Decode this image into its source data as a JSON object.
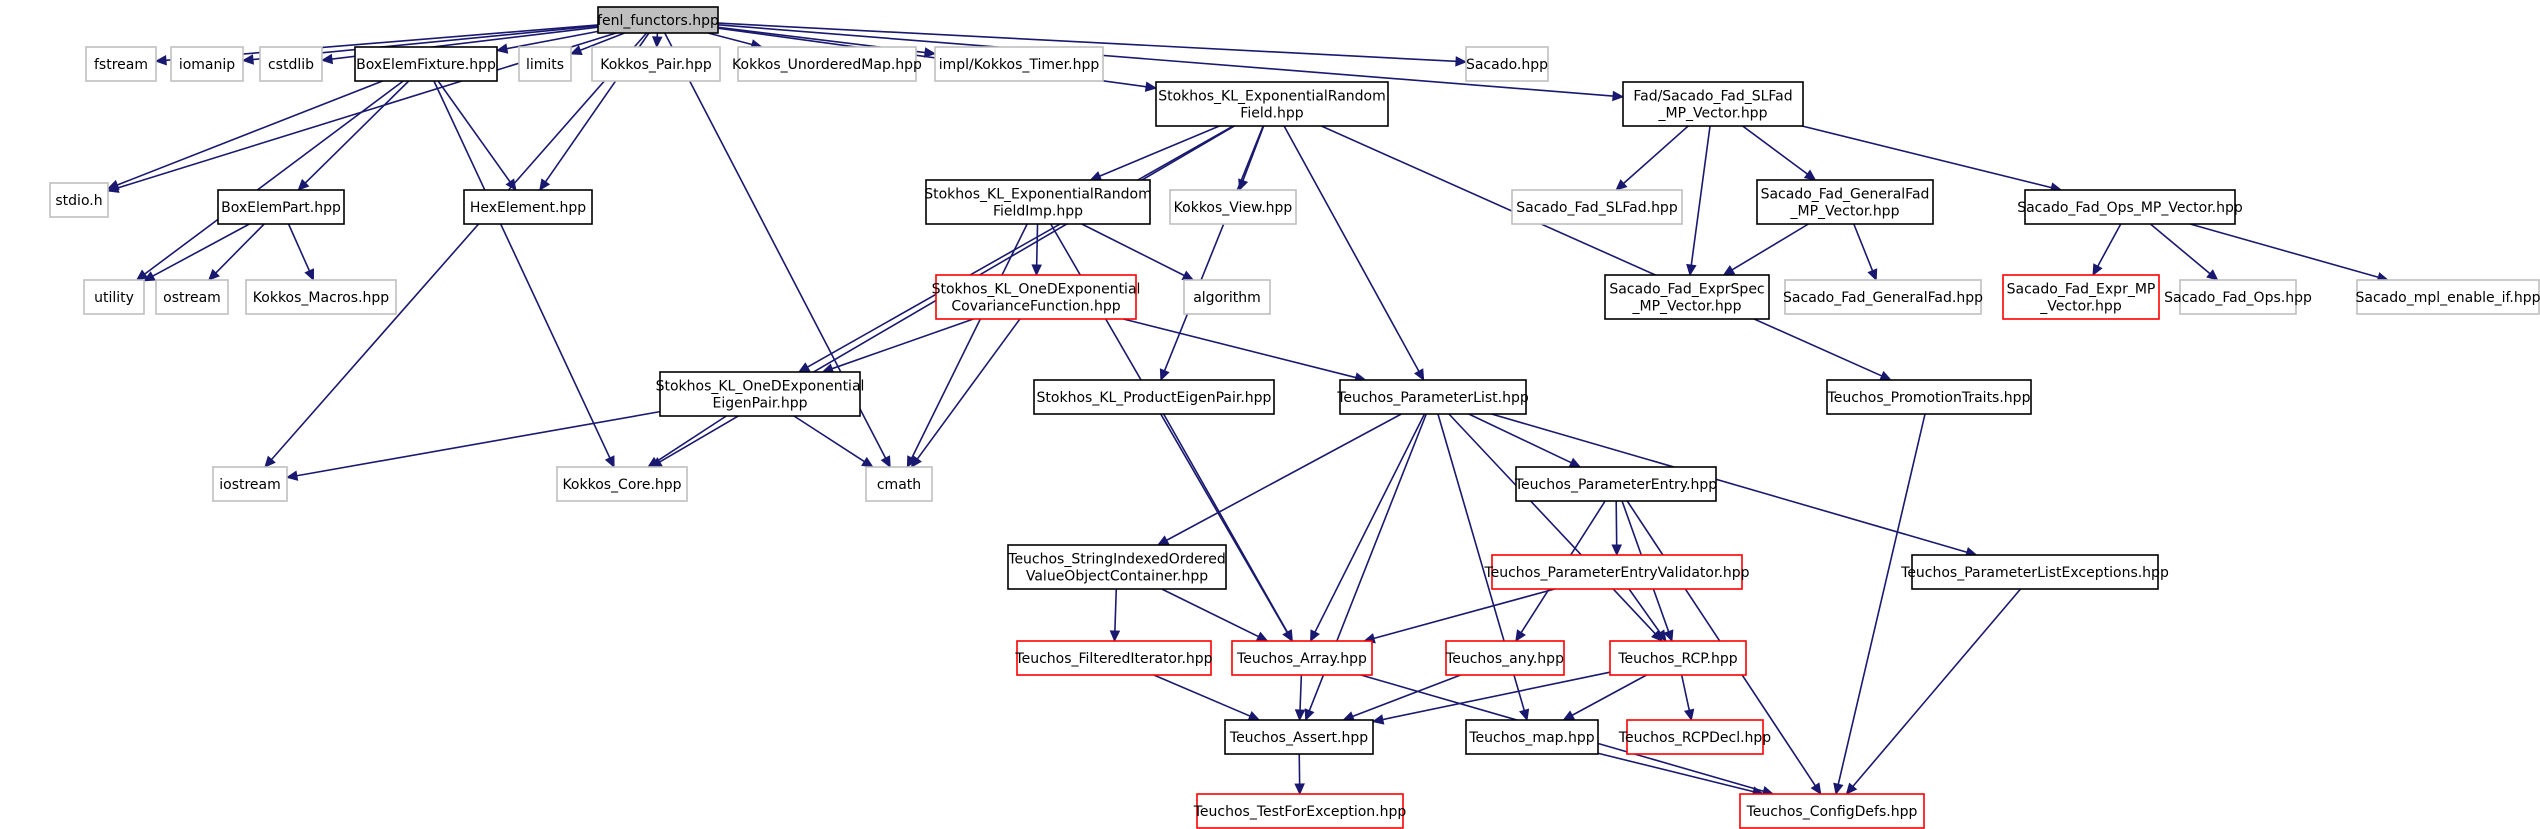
{
  "diagram": {
    "kind": "include-dependency-graph",
    "colors": {
      "edge": "#191970",
      "root_fill": "#bfbfbf",
      "documented_border": "#000000",
      "undocumented_border": "#bfbfbf",
      "truncated_border": "#ff0000"
    },
    "nodes": [
      {
        "id": "fenl",
        "lines": [
          "fenl_functors.hpp"
        ],
        "style": "root"
      },
      {
        "id": "fstream",
        "lines": [
          "fstream"
        ],
        "style": "external"
      },
      {
        "id": "iomanip",
        "lines": [
          "iomanip"
        ],
        "style": "external"
      },
      {
        "id": "cstdlib",
        "lines": [
          "cstdlib"
        ],
        "style": "external"
      },
      {
        "id": "boxfix",
        "lines": [
          "BoxElemFixture.hpp"
        ],
        "style": "documented"
      },
      {
        "id": "limits",
        "lines": [
          "limits"
        ],
        "style": "external"
      },
      {
        "id": "kpair",
        "lines": [
          "Kokkos_Pair.hpp"
        ],
        "style": "external"
      },
      {
        "id": "kumap",
        "lines": [
          "Kokkos_UnorderedMap.hpp"
        ],
        "style": "external"
      },
      {
        "id": "ktimer",
        "lines": [
          "impl/Kokkos_Timer.hpp"
        ],
        "style": "external"
      },
      {
        "id": "klexp",
        "lines": [
          "Stokhos_KL_ExponentialRandom",
          "Field.hpp"
        ],
        "style": "documented"
      },
      {
        "id": "sacado",
        "lines": [
          "Sacado.hpp"
        ],
        "style": "external"
      },
      {
        "id": "slfad",
        "lines": [
          "Fad/Sacado_Fad_SLFad",
          "_MP_Vector.hpp"
        ],
        "style": "documented"
      },
      {
        "id": "stdio",
        "lines": [
          "stdio.h"
        ],
        "style": "external"
      },
      {
        "id": "hexel",
        "lines": [
          "HexElement.hpp"
        ],
        "style": "documented"
      },
      {
        "id": "boxpart",
        "lines": [
          "BoxElemPart.hpp"
        ],
        "style": "documented"
      },
      {
        "id": "utility",
        "lines": [
          "utility"
        ],
        "style": "external"
      },
      {
        "id": "ostream",
        "lines": [
          "ostream"
        ],
        "style": "external"
      },
      {
        "id": "kmacros",
        "lines": [
          "Kokkos_Macros.hpp"
        ],
        "style": "external"
      },
      {
        "id": "klexpimp",
        "lines": [
          "Stokhos_KL_ExponentialRandom",
          "FieldImp.hpp"
        ],
        "style": "documented"
      },
      {
        "id": "kview",
        "lines": [
          "Kokkos_View.hpp"
        ],
        "style": "external"
      },
      {
        "id": "sacslfad",
        "lines": [
          "Sacado_Fad_SLFad.hpp"
        ],
        "style": "external"
      },
      {
        "id": "genfadmp",
        "lines": [
          "Sacado_Fad_GeneralFad",
          "_MP_Vector.hpp"
        ],
        "style": "documented"
      },
      {
        "id": "opsmp",
        "lines": [
          "Sacado_Fad_Ops_MP_Vector.hpp"
        ],
        "style": "documented"
      },
      {
        "id": "onedcov",
        "lines": [
          "Stokhos_KL_OneDExponential",
          "CovarianceFunction.hpp"
        ],
        "style": "truncated"
      },
      {
        "id": "algorithm",
        "lines": [
          "algorithm"
        ],
        "style": "external"
      },
      {
        "id": "exprspec",
        "lines": [
          "Sacado_Fad_ExprSpec",
          "_MP_Vector.hpp"
        ],
        "style": "documented"
      },
      {
        "id": "genfad",
        "lines": [
          "Sacado_Fad_GeneralFad.hpp"
        ],
        "style": "external"
      },
      {
        "id": "exprmp",
        "lines": [
          "Sacado_Fad_Expr_MP",
          "_Vector.hpp"
        ],
        "style": "truncated"
      },
      {
        "id": "fadops",
        "lines": [
          "Sacado_Fad_Ops.hpp"
        ],
        "style": "external"
      },
      {
        "id": "mplenable",
        "lines": [
          "Sacado_mpl_enable_if.hpp"
        ],
        "style": "external"
      },
      {
        "id": "onedeig",
        "lines": [
          "Stokhos_KL_OneDExponential",
          "EigenPair.hpp"
        ],
        "style": "documented"
      },
      {
        "id": "prodeig",
        "lines": [
          "Stokhos_KL_ProductEigenPair.hpp"
        ],
        "style": "documented"
      },
      {
        "id": "plist",
        "lines": [
          "Teuchos_ParameterList.hpp"
        ],
        "style": "documented"
      },
      {
        "id": "promo",
        "lines": [
          "Teuchos_PromotionTraits.hpp"
        ],
        "style": "documented"
      },
      {
        "id": "iostream",
        "lines": [
          "iostream"
        ],
        "style": "external"
      },
      {
        "id": "kcore",
        "lines": [
          "Kokkos_Core.hpp"
        ],
        "style": "external"
      },
      {
        "id": "cmath",
        "lines": [
          "cmath"
        ],
        "style": "external"
      },
      {
        "id": "pentry",
        "lines": [
          "Teuchos_ParameterEntry.hpp"
        ],
        "style": "documented"
      },
      {
        "id": "sivo",
        "lines": [
          "Teuchos_StringIndexedOrdered",
          "ValueObjectContainer.hpp"
        ],
        "style": "documented"
      },
      {
        "id": "pev",
        "lines": [
          "Teuchos_ParameterEntryValidator.hpp"
        ],
        "style": "truncated"
      },
      {
        "id": "plexc",
        "lines": [
          "Teuchos_ParameterListExceptions.hpp"
        ],
        "style": "documented"
      },
      {
        "id": "filtit",
        "lines": [
          "Teuchos_FilteredIterator.hpp"
        ],
        "style": "truncated"
      },
      {
        "id": "tarray",
        "lines": [
          "Teuchos_Array.hpp"
        ],
        "style": "truncated"
      },
      {
        "id": "tany",
        "lines": [
          "Teuchos_any.hpp"
        ],
        "style": "truncated"
      },
      {
        "id": "trcp",
        "lines": [
          "Teuchos_RCP.hpp"
        ],
        "style": "truncated"
      },
      {
        "id": "tassert",
        "lines": [
          "Teuchos_Assert.hpp"
        ],
        "style": "documented"
      },
      {
        "id": "tmap",
        "lines": [
          "Teuchos_map.hpp"
        ],
        "style": "documented"
      },
      {
        "id": "rcpdecl",
        "lines": [
          "Teuchos_RCPDecl.hpp"
        ],
        "style": "truncated"
      },
      {
        "id": "testexc",
        "lines": [
          "Teuchos_TestForException.hpp"
        ],
        "style": "truncated"
      },
      {
        "id": "cfgdefs",
        "lines": [
          "Teuchos_ConfigDefs.hpp"
        ],
        "style": "truncated"
      }
    ],
    "edges": [
      [
        "fenl",
        "fstream"
      ],
      [
        "fenl",
        "iomanip"
      ],
      [
        "fenl",
        "cstdlib"
      ],
      [
        "fenl",
        "boxfix"
      ],
      [
        "fenl",
        "limits"
      ],
      [
        "fenl",
        "kpair"
      ],
      [
        "fenl",
        "kumap"
      ],
      [
        "fenl",
        "ktimer"
      ],
      [
        "fenl",
        "klexp"
      ],
      [
        "fenl",
        "sacado"
      ],
      [
        "fenl",
        "slfad"
      ],
      [
        "fenl",
        "stdio"
      ],
      [
        "fenl",
        "iostream"
      ],
      [
        "fenl",
        "hexel"
      ],
      [
        "fenl",
        "cmath"
      ],
      [
        "boxfix",
        "stdio"
      ],
      [
        "boxfix",
        "utility"
      ],
      [
        "boxfix",
        "hexel"
      ],
      [
        "boxfix",
        "boxpart"
      ],
      [
        "boxfix",
        "kcore"
      ],
      [
        "boxpart",
        "utility"
      ],
      [
        "boxpart",
        "ostream"
      ],
      [
        "boxpart",
        "kmacros"
      ],
      [
        "klexp",
        "klexpimp"
      ],
      [
        "klexp",
        "kview"
      ],
      [
        "klexp",
        "onedeig"
      ],
      [
        "klexp",
        "kcore"
      ],
      [
        "klexp",
        "prodeig"
      ],
      [
        "klexp",
        "plist"
      ],
      [
        "klexp",
        "promo"
      ],
      [
        "klexpimp",
        "onedcov"
      ],
      [
        "klexpimp",
        "algorithm"
      ],
      [
        "klexpimp",
        "cmath"
      ],
      [
        "klexpimp",
        "tarray"
      ],
      [
        "onedcov",
        "onedeig"
      ],
      [
        "onedcov",
        "cmath"
      ],
      [
        "onedcov",
        "plist"
      ],
      [
        "onedeig",
        "iostream"
      ],
      [
        "onedeig",
        "kcore"
      ],
      [
        "onedeig",
        "cmath"
      ],
      [
        "prodeig",
        "tarray"
      ],
      [
        "slfad",
        "sacslfad"
      ],
      [
        "slfad",
        "exprspec"
      ],
      [
        "slfad",
        "genfadmp"
      ],
      [
        "slfad",
        "opsmp"
      ],
      [
        "genfadmp",
        "exprspec"
      ],
      [
        "genfadmp",
        "genfad"
      ],
      [
        "opsmp",
        "exprmp"
      ],
      [
        "opsmp",
        "fadops"
      ],
      [
        "opsmp",
        "mplenable"
      ],
      [
        "plist",
        "pentry"
      ],
      [
        "plist",
        "sivo"
      ],
      [
        "plist",
        "tarray"
      ],
      [
        "plist",
        "tassert"
      ],
      [
        "plist",
        "tmap"
      ],
      [
        "plist",
        "plexc"
      ],
      [
        "plist",
        "trcp"
      ],
      [
        "pentry",
        "pev"
      ],
      [
        "pentry",
        "tany"
      ],
      [
        "pentry",
        "trcp"
      ],
      [
        "pentry",
        "cfgdefs"
      ],
      [
        "pev",
        "tarray"
      ],
      [
        "pev",
        "trcp"
      ],
      [
        "sivo",
        "filtit"
      ],
      [
        "sivo",
        "tarray"
      ],
      [
        "filtit",
        "tassert"
      ],
      [
        "tarray",
        "tassert"
      ],
      [
        "tarray",
        "cfgdefs"
      ],
      [
        "tany",
        "tassert"
      ],
      [
        "trcp",
        "tassert"
      ],
      [
        "trcp",
        "tmap"
      ],
      [
        "trcp",
        "rcpdecl"
      ],
      [
        "tassert",
        "testexc"
      ],
      [
        "tmap",
        "cfgdefs"
      ],
      [
        "plexc",
        "cfgdefs"
      ],
      [
        "promo",
        "cfgdefs"
      ]
    ]
  }
}
